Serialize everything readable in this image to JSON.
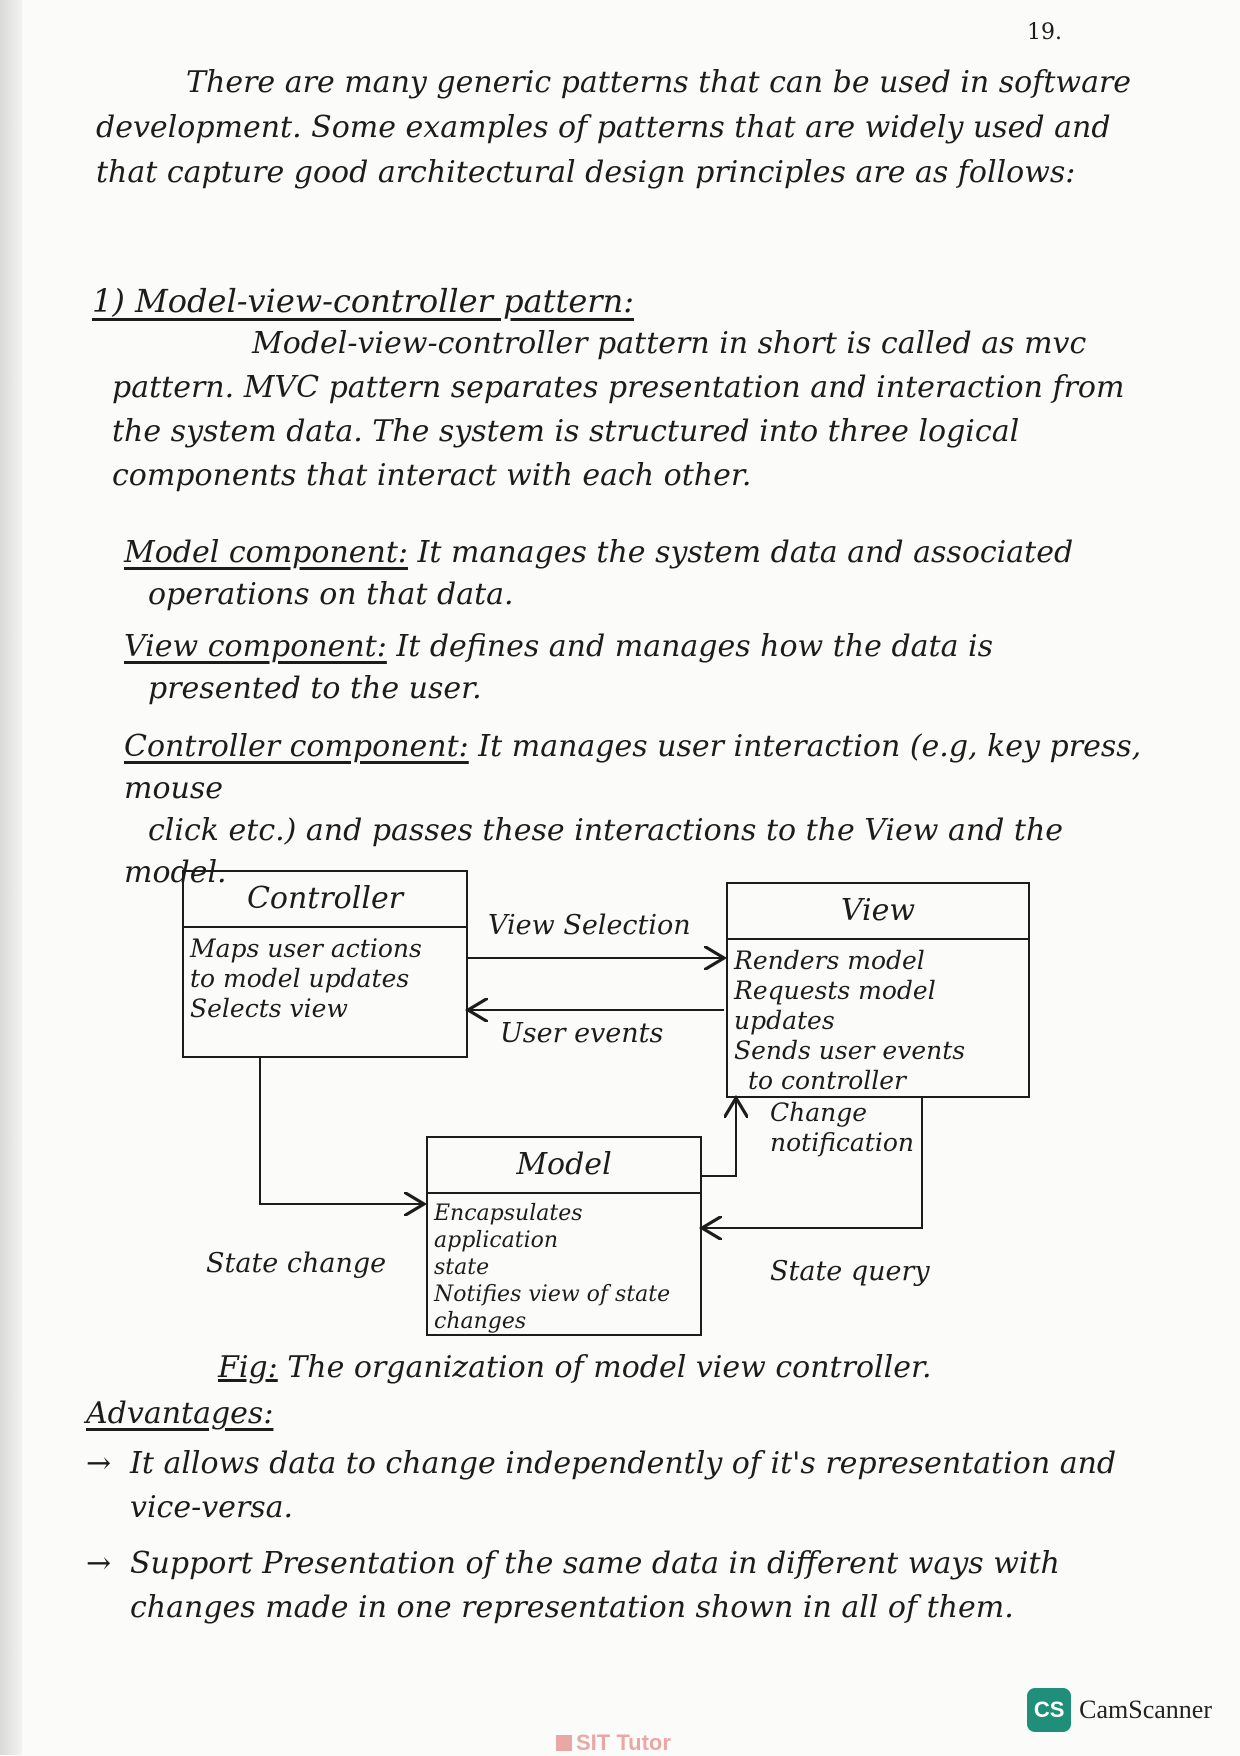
{
  "page_number": "19.",
  "intro": "There are many generic patterns that can be used in software development. Some examples of patterns that are widely used and that capture good architectural design principles are as follows:",
  "section_heading": "1) Model-view-controller pattern:",
  "mvc_intro": "Model-view-controller pattern in short is called as mvc pattern. MVC pattern separates presentation and interaction from the system data. The system is structured into three logical components that interact with each other.",
  "definitions": {
    "model": {
      "term": "Model component:",
      "text": " It manages the system data and associated",
      "cont": "operations on that data."
    },
    "view": {
      "term": "View component:",
      "text": " It defines and manages how the data is",
      "cont": "presented to the user."
    },
    "controller": {
      "term": "Controller component:",
      "text": " It manages user interaction (e.g, key press, mouse",
      "cont": "click etc.) and passes these interactions to the View and the model."
    }
  },
  "diagram": {
    "controller": {
      "title": "Controller",
      "lines": [
        "Maps user actions",
        "to model updates",
        "Selects view"
      ]
    },
    "view": {
      "title": "View",
      "lines": [
        "Renders model",
        "Requests model updates",
        "Sends user events",
        "to controller"
      ]
    },
    "model": {
      "title": "Model",
      "lines": [
        "Encapsulates application",
        "state",
        "Notifies view of state",
        "changes"
      ]
    },
    "labels": {
      "view_selection": "View Selection",
      "user_events": "User events",
      "change_notification": "Change notification",
      "state_change": "State change",
      "state_query": "State query"
    }
  },
  "caption": {
    "fig": "Fig:",
    "text": " The organization of model view controller."
  },
  "advantages_heading": "Advantages:",
  "advantages": [
    "It allows data to change independently of it's representation and vice-versa.",
    "Support Presentation of the same data in different ways with changes made in one representation shown in all of them."
  ],
  "footer": {
    "camscanner_logo": "CS",
    "camscanner_text": "CamScanner",
    "watermark": "SIT Tutor"
  }
}
